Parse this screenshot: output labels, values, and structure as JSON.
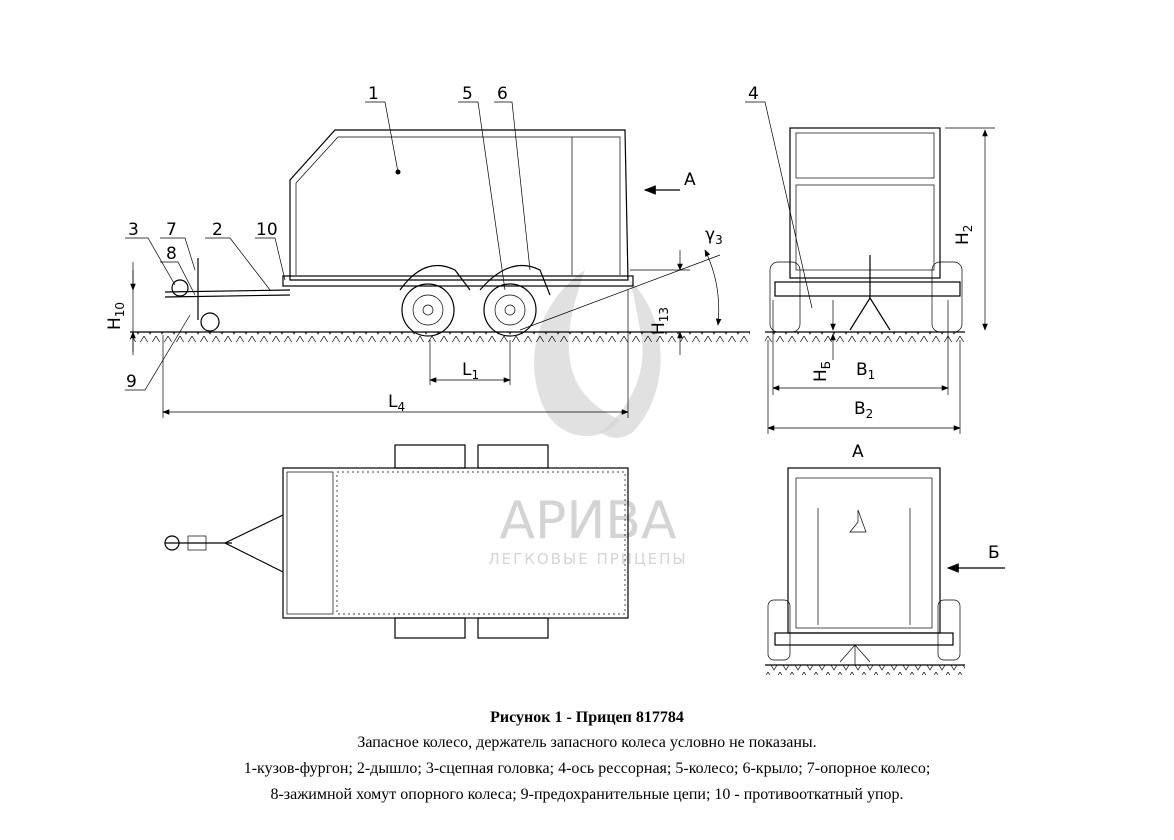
{
  "watermark": {
    "brand": "АРИВА",
    "tagline": "ЛЕГКОВЫЕ ПРИЦЕПЫ",
    "color": "#d4d4d4"
  },
  "callouts": {
    "c1": "1",
    "c2": "2",
    "c3": "3",
    "c4": "4",
    "c5": "5",
    "c6": "6",
    "c7": "7",
    "c8": "8",
    "c9": "9",
    "c10": "10"
  },
  "views": {
    "view_a": "А",
    "view_a_title": "А",
    "view_b": "Б"
  },
  "dimensions": {
    "h10": "H",
    "h10_sub": "10",
    "h13": "H",
    "h13_sub": "13",
    "h2": "H",
    "h2_sub": "2",
    "hb": "H",
    "hb_sub": "Б",
    "l1": "L",
    "l1_sub": "1",
    "l4": "L",
    "l4_sub": "4",
    "b1": "B",
    "b1_sub": "1",
    "b2": "B",
    "b2_sub": "2",
    "gamma": "γ",
    "gamma_sub": "3"
  },
  "caption": {
    "title": "Рисунок 1 - Прицеп 817784",
    "note": "Запасное колесо, держатель запасного колеса условно не показаны.",
    "legend_line1": "1-кузов-фургон; 2-дышло; 3-сцепная головка; 4-ось рессорная; 5-колесо; 6-крыло; 7-опорное колесо;",
    "legend_line2": "8-зажимной хомут опорного колеса; 9-предохранительные цепи; 10 - противооткатный упор."
  }
}
